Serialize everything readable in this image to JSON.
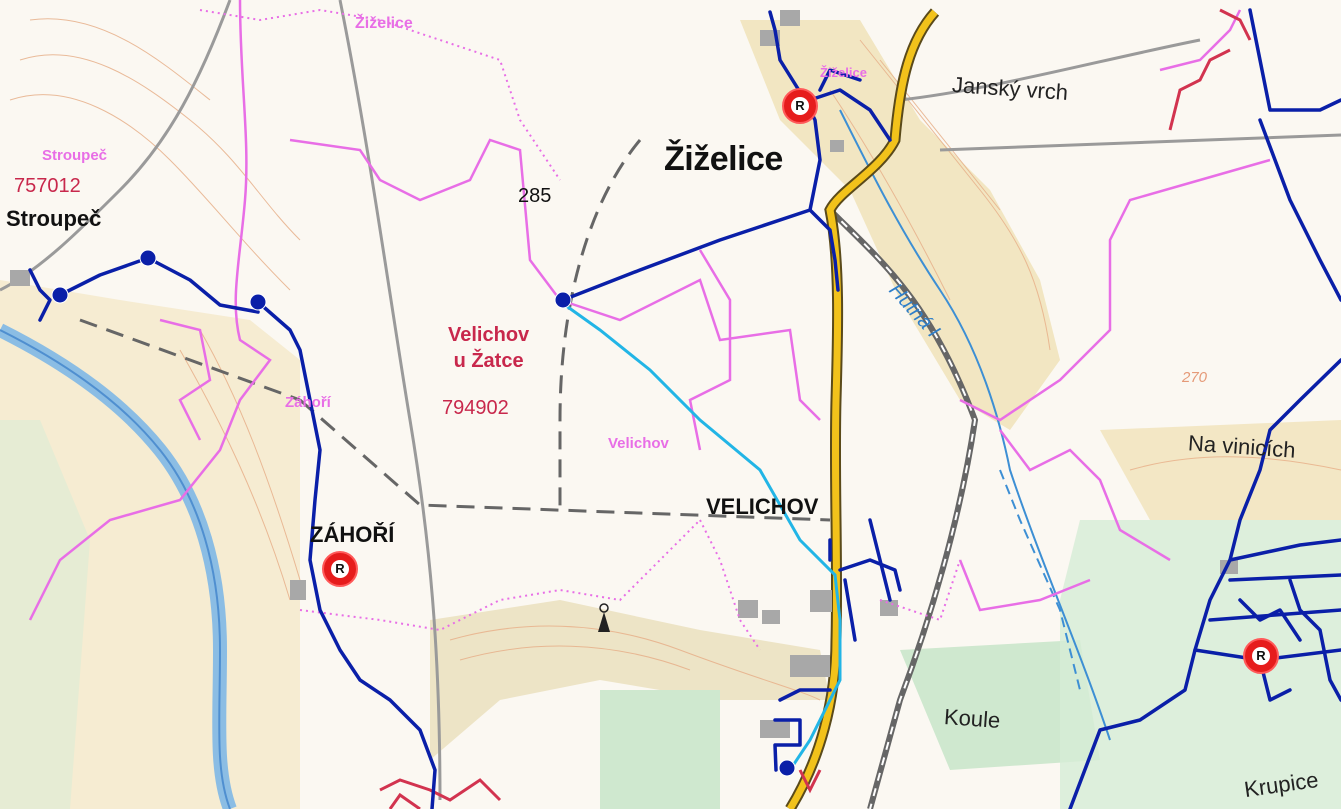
{
  "map": {
    "cadastral_areas": [
      {
        "name": "Velichov\nu Žatce",
        "code": "794902"
      },
      {
        "name": "",
        "code": "757012"
      }
    ],
    "settlements": {
      "zizelice": "Žiželice",
      "stroupec": "Stroupeč",
      "zahori": "ZÁHOŘÍ",
      "velichov": "VELICHOV"
    },
    "pink_labels": {
      "zizelice_top": "Žiželice",
      "zizelice_small": "Žiželice",
      "stroupec": "Stroupeč",
      "zahori": "Záhoří",
      "velichov": "Velichov"
    },
    "terrain_labels": {
      "jansky_vrch": "Janský vrch",
      "na_vinicich": "Na vinicích",
      "koule": "Koule",
      "krupice": "Krupice"
    },
    "stream": "Hutná I",
    "elevations": {
      "e285": "285",
      "e270": "270"
    },
    "marker_letter": "R",
    "colors": {
      "network_main": "#0a1fa8",
      "network_branch": "#22b5e6",
      "boundary": "#e86ee6",
      "cadastral": "#c8284c",
      "road": "#f2c21b",
      "river": "#7fb8e6",
      "marker": "#e61c1c"
    }
  }
}
